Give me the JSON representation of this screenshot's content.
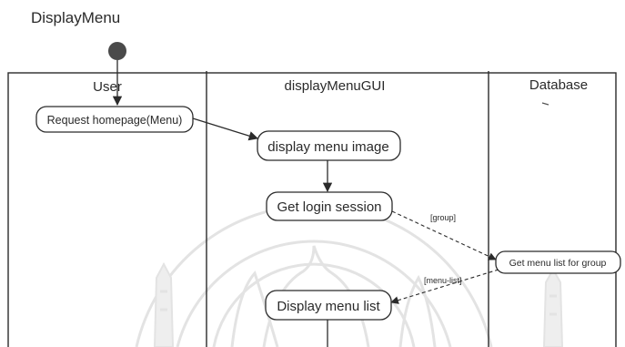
{
  "title": "DisplayMenu",
  "lanes": [
    {
      "name": "User"
    },
    {
      "name": "displayMenuGUI"
    },
    {
      "name": "Database"
    }
  ],
  "activities": {
    "request_homepage": "Request homepage(Menu)",
    "display_menu_image": "display menu image",
    "get_login_session": "Get login session",
    "get_menu_list": "Get menu list for group",
    "display_menu_list": "Display menu list"
  },
  "guards": {
    "group": "[group]",
    "menu_list": "[menu-list]"
  },
  "colors": {
    "line": "#2b2b2b",
    "initial_node": "#4a4a4a",
    "watermark": "#e3e3e3"
  },
  "decorations": {
    "watermark": "university-seal-watermark"
  }
}
